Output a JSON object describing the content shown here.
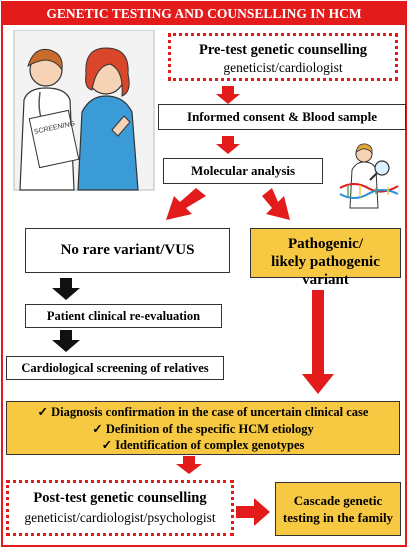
{
  "title": "GENETIC TESTING AND COUNSELLING IN HCM",
  "pre_test": {
    "line1": "Pre-test genetic counselling",
    "line2": "geneticist/cardiologist"
  },
  "consent": "Informed consent & Blood sample",
  "molecular": "Molecular  analysis",
  "no_variant": "No rare variant/VUS",
  "pathogenic": {
    "line1": "Pathogenic/",
    "line2": "likely pathogenic variant"
  },
  "re_evaluation": "Patient clinical re-evaluation",
  "screening": "Cardiological screening of relatives",
  "outcomes": [
    "Diagnosis confirmation in the case of uncertain clinical case",
    "Definition of the specific HCM etiology",
    "Identification of complex genotypes"
  ],
  "post_test": {
    "line1": "Post-test genetic counselling",
    "line2": "geneticist/cardiologist/psychologist"
  },
  "cascade": {
    "line1": "Cascade genetic",
    "line2": "testing in the family"
  },
  "illustration_sign": "SCREENING",
  "colors": {
    "accent": "#e31b1b",
    "highlight": "#f7c842",
    "dark_arrow": "#111111"
  }
}
